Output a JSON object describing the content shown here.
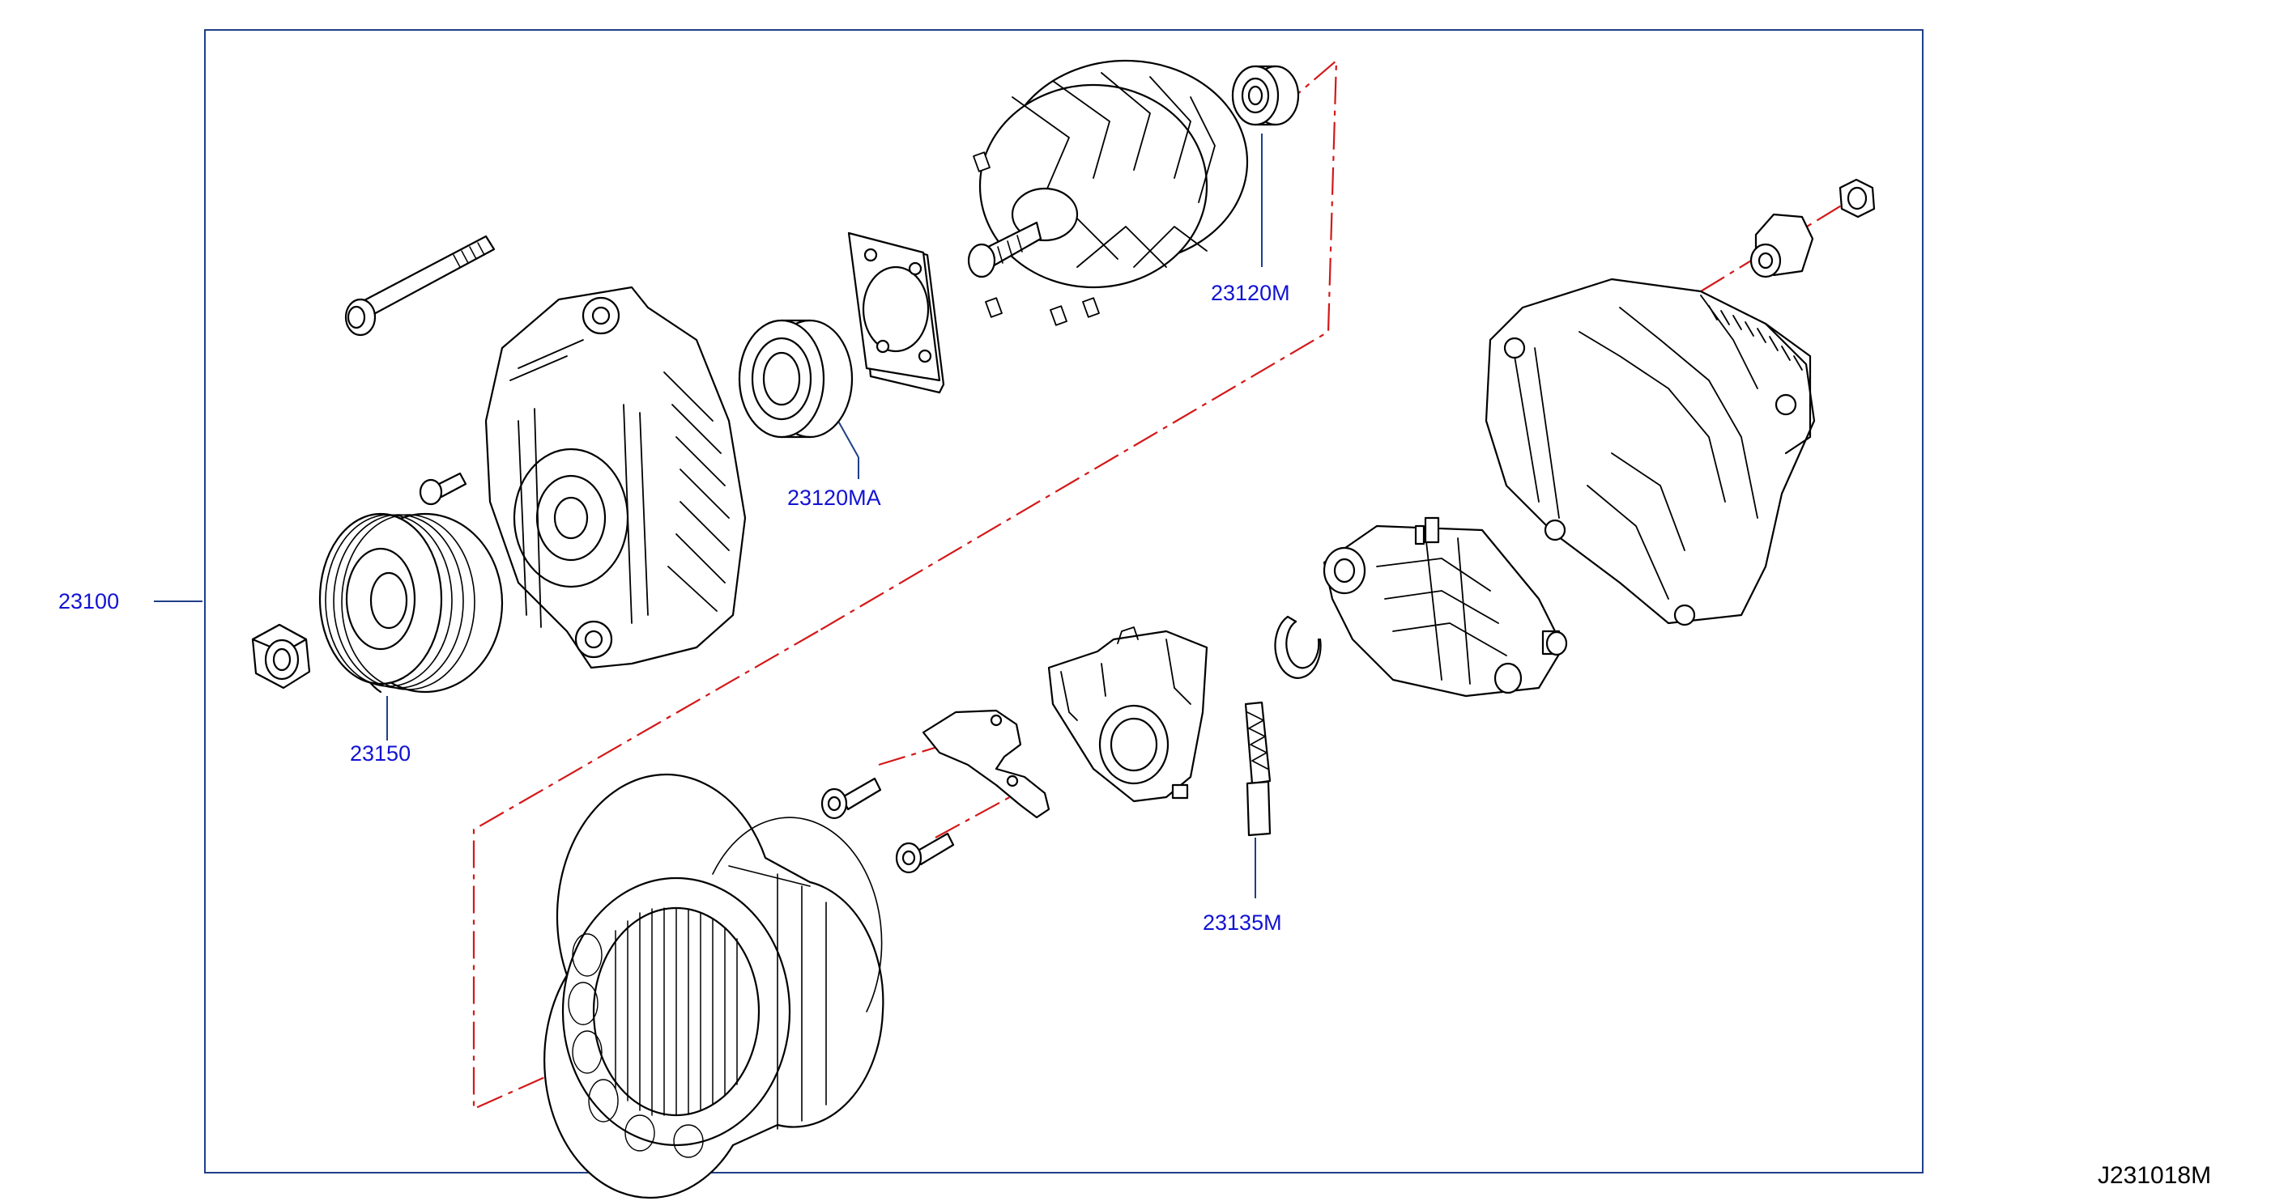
{
  "colors": {
    "frame": "#1f3f88",
    "label": "#1212d4",
    "leader": "#1f3f88",
    "phantom": "#d41818",
    "linework": "#000000"
  },
  "labels": {
    "assembly": "23100",
    "pulley": "23150",
    "bearing": "23120MA",
    "rear_bearing": "23120M",
    "brush": "23135M"
  },
  "reference_code": "J231018M"
}
